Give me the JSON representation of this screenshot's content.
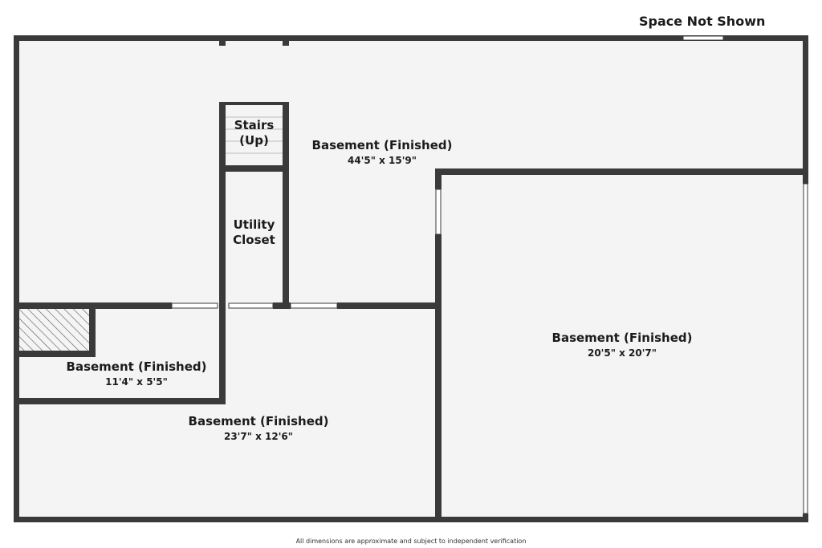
{
  "header": {
    "space_not_shown": "Space Not Shown"
  },
  "rooms": {
    "stairs": {
      "name_line1": "Stairs",
      "name_line2": "(Up)"
    },
    "utility": {
      "name_line1": "Utility",
      "name_line2": "Closet"
    },
    "basement_main": {
      "name": "Basement (Finished)",
      "dim": "44'5\" x 15'9\""
    },
    "basement_right": {
      "name": "Basement (Finished)",
      "dim": "20'5\" x 20'7\""
    },
    "basement_small": {
      "name": "Basement (Finished)",
      "dim": "11'4\" x 5'5\""
    },
    "basement_bottom": {
      "name": "Basement (Finished)",
      "dim": "23'7\" x 12'6\""
    }
  },
  "footer": {
    "disclaimer": "All dimensions are approximate and subject to independent verification"
  },
  "colors": {
    "wall": "#3a3a3a",
    "floor": "#f4f4f4",
    "background": "#ffffff",
    "text": "#1b1b1b"
  }
}
